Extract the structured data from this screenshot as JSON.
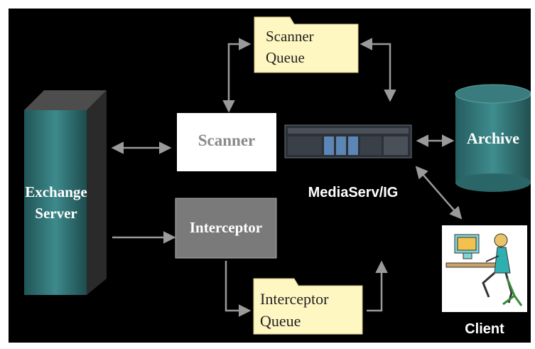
{
  "diagram": {
    "nodes": {
      "exchange_server": "Exchange\nServer",
      "scanner": "Scanner",
      "interceptor": "Interceptor",
      "scanner_queue": "Scanner\nQueue",
      "interceptor_queue": "Interceptor\nQueue",
      "mediaserv": "MediaServ/IG",
      "archive": "Archive",
      "client": "Client"
    },
    "colors": {
      "background": "#000000",
      "teal": "#2f6f71",
      "folder": "#fff7c2",
      "interceptor_box": "#777777",
      "arrow": "#9a9a9a"
    }
  }
}
